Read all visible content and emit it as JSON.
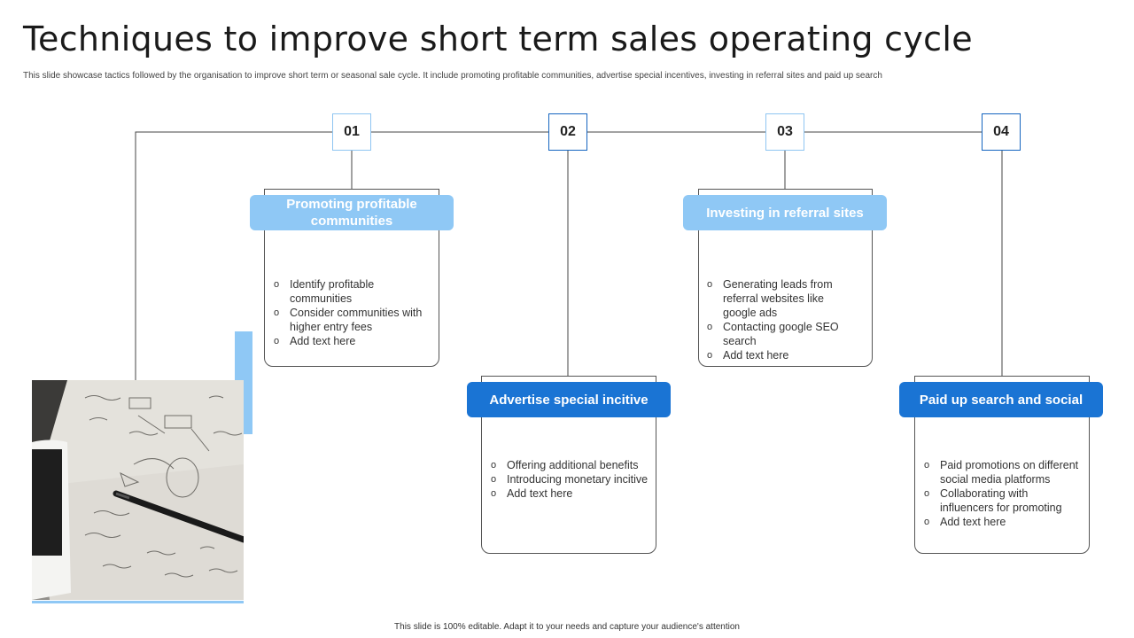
{
  "title": "Techniques to improve short term sales operating cycle",
  "subtitle": "This slide showcase tactics followed by the organisation to improve short term or seasonal sale cycle. It include promoting profitable communities, advertise special incentives, investing in referral sites and paid up search",
  "footer": "This slide is 100% editable. Adapt it to your needs and capture your audience's attention",
  "colors": {
    "light_blue": "#8fc8f5",
    "dark_blue": "#1a74d4",
    "light_border": "#8fc5f2",
    "dark_border": "#1565c0"
  },
  "steps": [
    {
      "number": "01",
      "heading": "Promoting profitable communities",
      "bullets": [
        "Identify profitable communities",
        "Consider communities with higher entry fees",
        "Add text here"
      ]
    },
    {
      "number": "02",
      "heading": "Advertise special incitive",
      "bullets": [
        "Offering additional benefits",
        "Introducing monetary incitive",
        "Add text here"
      ]
    },
    {
      "number": "03",
      "heading": "Investing in referral sites",
      "bullets": [
        "Generating leads from referral websites like google ads",
        "Contacting google SEO search",
        "Add text here"
      ]
    },
    {
      "number": "04",
      "heading": "Paid up search and social",
      "bullets": [
        "Paid promotions on different social media platforms",
        "Collaborating with influencers for promoting",
        "Add text here"
      ]
    }
  ]
}
